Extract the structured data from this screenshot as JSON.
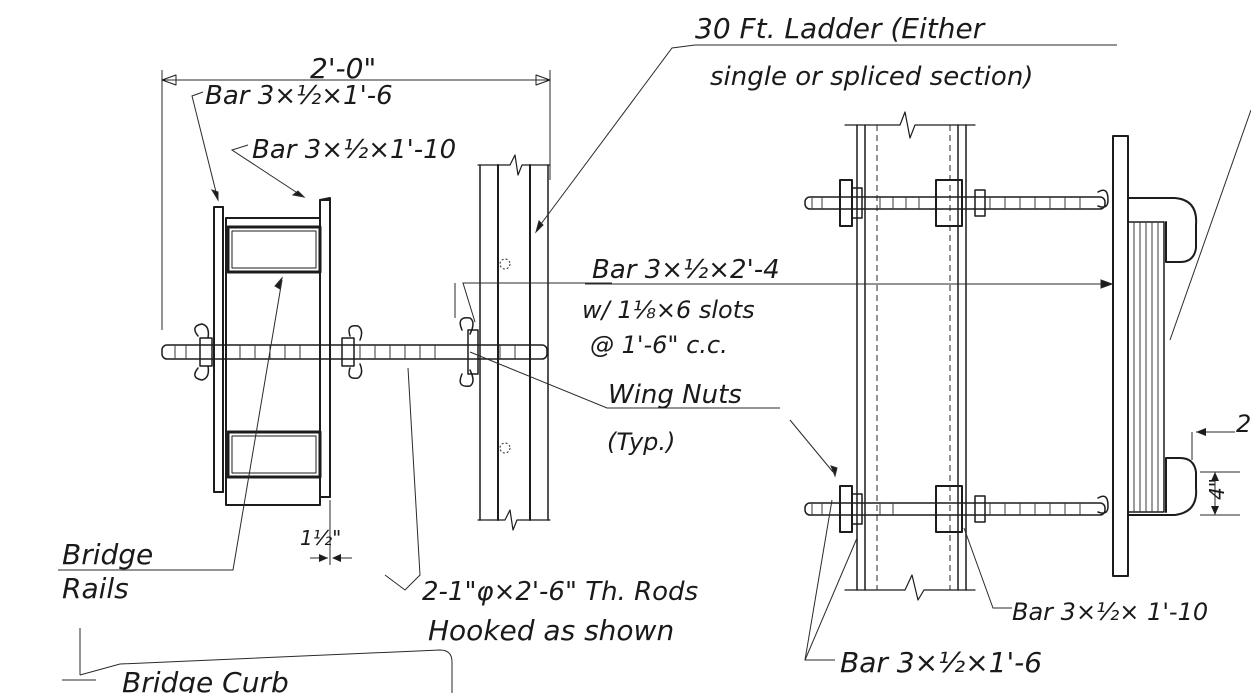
{
  "labels": {
    "dim_width": "2'-0\"",
    "bar_1_6_top": "Bar 3×½×1'-6",
    "bar_1_10_top": "Bar 3×½×1'-10",
    "ladder_line1": "30 Ft. Ladder (Either",
    "ladder_line2": "single or spliced section)",
    "slot_bar_line1": "Bar 3×½×2'-4",
    "slot_bar_line2": "w/ 1⅛×6 slots",
    "slot_bar_line3": "@ 1'-6\" c.c.",
    "wing_nuts_line1": "Wing Nuts",
    "wing_nuts_line2": "(Typ.)",
    "bridge_rails_line1": "Bridge",
    "bridge_rails_line2": "Rails",
    "dim_one_half": "1½\"",
    "rods_line1": "2-1\"φ×2'-6\" Th. Rods",
    "rods_line2": "Hooked as shown",
    "bar_1_10_bottom": "Bar 3×½× 1'-10",
    "bar_1_6_bottom": "Bar 3×½×1'-6",
    "dim_four": "4\"",
    "dim_two_partial": "2",
    "bridge_curb": "Bridge Curb"
  }
}
